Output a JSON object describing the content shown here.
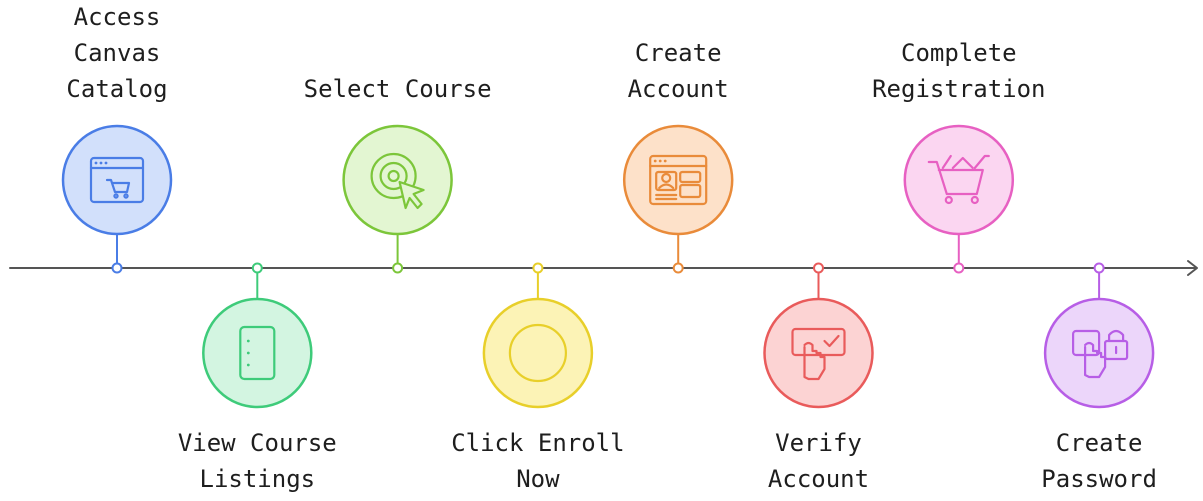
{
  "steps": [
    {
      "label": "Access\nCanvas\nCatalog",
      "color": "#4a7de6",
      "fill": "#d2e0fb",
      "icon": "browser-cart-icon",
      "side": "top"
    },
    {
      "label": "View Course\nListings",
      "color": "#3ecb7a",
      "fill": "#d3f5e1",
      "icon": "tablet-icon",
      "side": "bottom"
    },
    {
      "label": "Select Course",
      "color": "#7cc63a",
      "fill": "#e3f6d2",
      "icon": "click-pointer-icon",
      "side": "top"
    },
    {
      "label": "Click Enroll\nNow",
      "color": "#e8cf2a",
      "fill": "#fcf3b6",
      "icon": "button-circle-icon",
      "side": "bottom"
    },
    {
      "label": "Create\nAccount",
      "color": "#e98b3a",
      "fill": "#fde1c9",
      "icon": "profile-form-icon",
      "side": "top"
    },
    {
      "label": "Verify\nAccount",
      "color": "#e95b5b",
      "fill": "#fcd3d3",
      "icon": "hand-checkmark-icon",
      "side": "bottom"
    },
    {
      "label": "Complete\nRegistration",
      "color": "#e760c2",
      "fill": "#fbd6f1",
      "icon": "shopping-cart-icon",
      "side": "top"
    },
    {
      "label": "Create\nPassword",
      "color": "#b75ee6",
      "fill": "#ecd6fa",
      "icon": "hand-lock-icon",
      "side": "bottom"
    }
  ],
  "colors": {
    "axis": "#555555"
  }
}
